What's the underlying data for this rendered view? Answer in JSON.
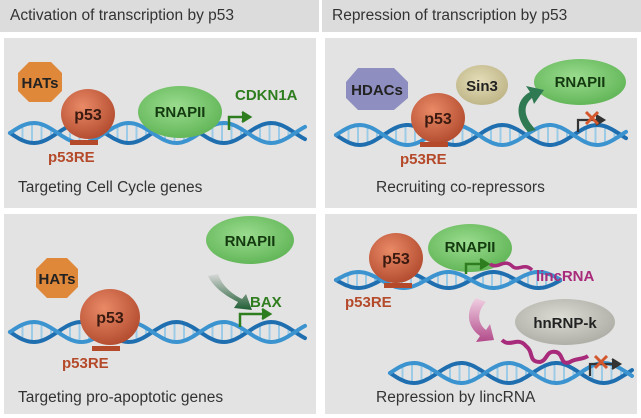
{
  "headers": {
    "activation": "Activation of transcription by p53",
    "repression": "Repression of transcription by p53"
  },
  "panels": {
    "cell_cycle": {
      "hat_label": "HATs",
      "p53_label": "p53",
      "rnapii_label": "RNAPII",
      "gene_label": "CDKN1A",
      "re_label": "p53RE",
      "caption": "Targeting Cell Cycle genes"
    },
    "corepressors": {
      "hdac_label": "HDACs",
      "sin3_label": "Sin3",
      "p53_label": "p53",
      "rnapii_label": "RNAPII",
      "re_label": "p53RE",
      "caption": "Recruiting co-repressors"
    },
    "apoptotic": {
      "hat_label": "HATs",
      "p53_label": "p53",
      "rnapii_label": "RNAPII",
      "gene_label": "BAX",
      "re_label": "p53RE",
      "caption": "Targeting pro-apoptotic genes"
    },
    "lincrna": {
      "p53_label": "p53",
      "rnapii_label": "RNAPII",
      "lincrna_label": "lincRNA",
      "hnrnp_label": "hnRNP-k",
      "re_label": "p53RE",
      "caption": "Repression by lincRNA"
    }
  },
  "colors": {
    "header_bg": "#dcdcdc",
    "panel_bg": "#e3e3e3",
    "hat_orange": "#e0883a",
    "p53_brown": "#c0583a",
    "rnapii_green": "#74c26c",
    "gene_green": "#2e7d1e",
    "re_red": "#b54a2a",
    "hdac_purple": "#8e8fc0",
    "sin3_tan": "#cdc49a",
    "hnrnp_gray": "#bdbdb5",
    "lincrna_magenta": "#a82a7a",
    "dna_blue": "#3b93cf",
    "repress_x": "#d4562c"
  }
}
